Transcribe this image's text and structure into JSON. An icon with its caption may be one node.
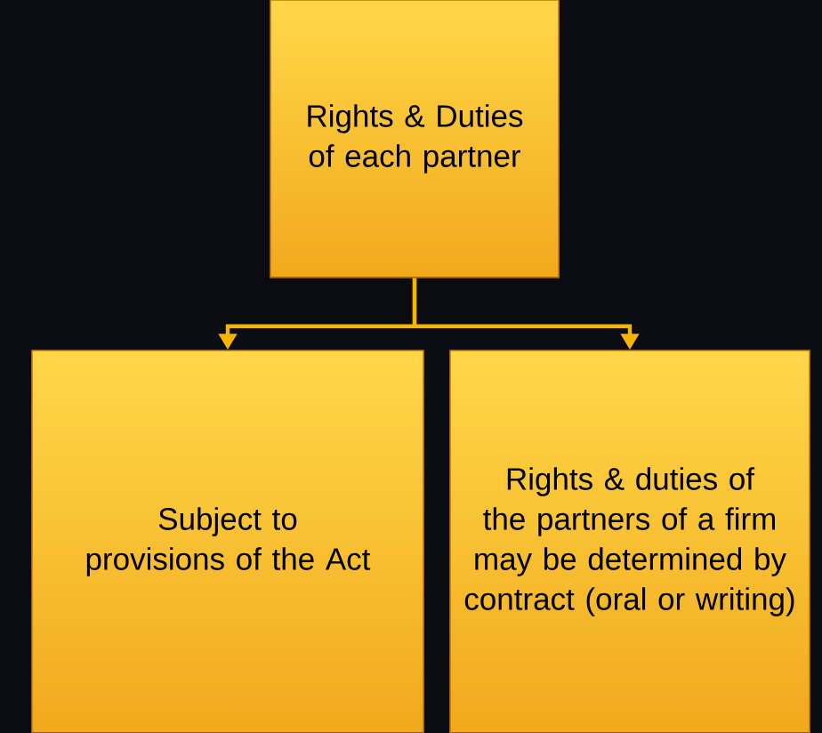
{
  "diagram": {
    "nodes": [
      {
        "text": [
          "Rights & Duties of each partner"
        ]
      },
      {
        "text": [
          "Subject to provisions of the Act"
        ]
      },
      {
        "text": [
          "Rights & duties of the partners of a firm may be determined by contract (oral or writing)"
        ]
      }
    ],
    "edges": [
      {
        "from": 0,
        "to": 1,
        "arrow": "to"
      },
      {
        "from": 0,
        "to": 2,
        "arrow": "to"
      }
    ]
  }
}
